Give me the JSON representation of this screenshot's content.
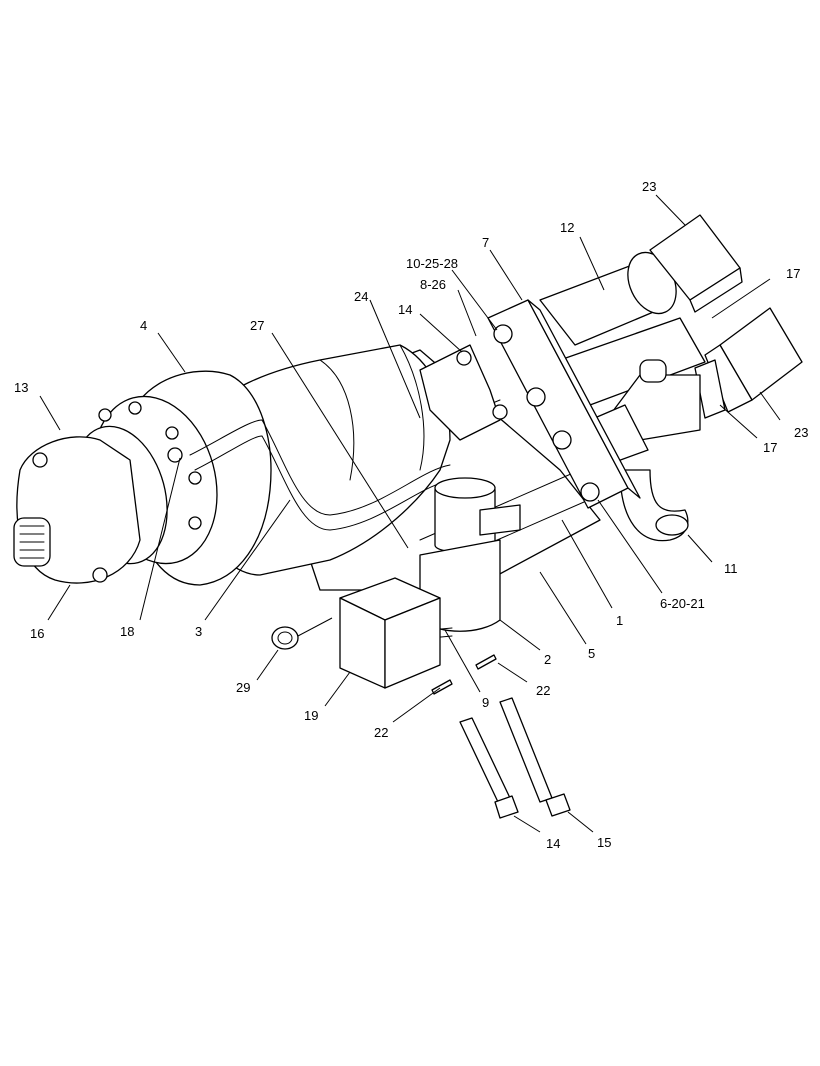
{
  "diagram": {
    "callouts": [
      {
        "id": "c1",
        "text": "1"
      },
      {
        "id": "c2",
        "text": "2"
      },
      {
        "id": "c3",
        "text": "3"
      },
      {
        "id": "c4",
        "text": "4"
      },
      {
        "id": "c5",
        "text": "5"
      },
      {
        "id": "c6",
        "text": "6-20-21"
      },
      {
        "id": "c7",
        "text": "7"
      },
      {
        "id": "c8",
        "text": "8-26"
      },
      {
        "id": "c9",
        "text": "9"
      },
      {
        "id": "c10",
        "text": "10-25-28"
      },
      {
        "id": "c11",
        "text": "11"
      },
      {
        "id": "c12",
        "text": "12"
      },
      {
        "id": "c13",
        "text": "13"
      },
      {
        "id": "c14a",
        "text": "14"
      },
      {
        "id": "c14b",
        "text": "14"
      },
      {
        "id": "c15",
        "text": "15"
      },
      {
        "id": "c16",
        "text": "16"
      },
      {
        "id": "c17a",
        "text": "17"
      },
      {
        "id": "c17b",
        "text": "17"
      },
      {
        "id": "c18",
        "text": "18"
      },
      {
        "id": "c19",
        "text": "19"
      },
      {
        "id": "c22a",
        "text": "22"
      },
      {
        "id": "c22b",
        "text": "22"
      },
      {
        "id": "c23a",
        "text": "23"
      },
      {
        "id": "c23b",
        "text": "23"
      },
      {
        "id": "c24",
        "text": "24"
      },
      {
        "id": "c27",
        "text": "27"
      },
      {
        "id": "c29",
        "text": "29"
      }
    ]
  }
}
